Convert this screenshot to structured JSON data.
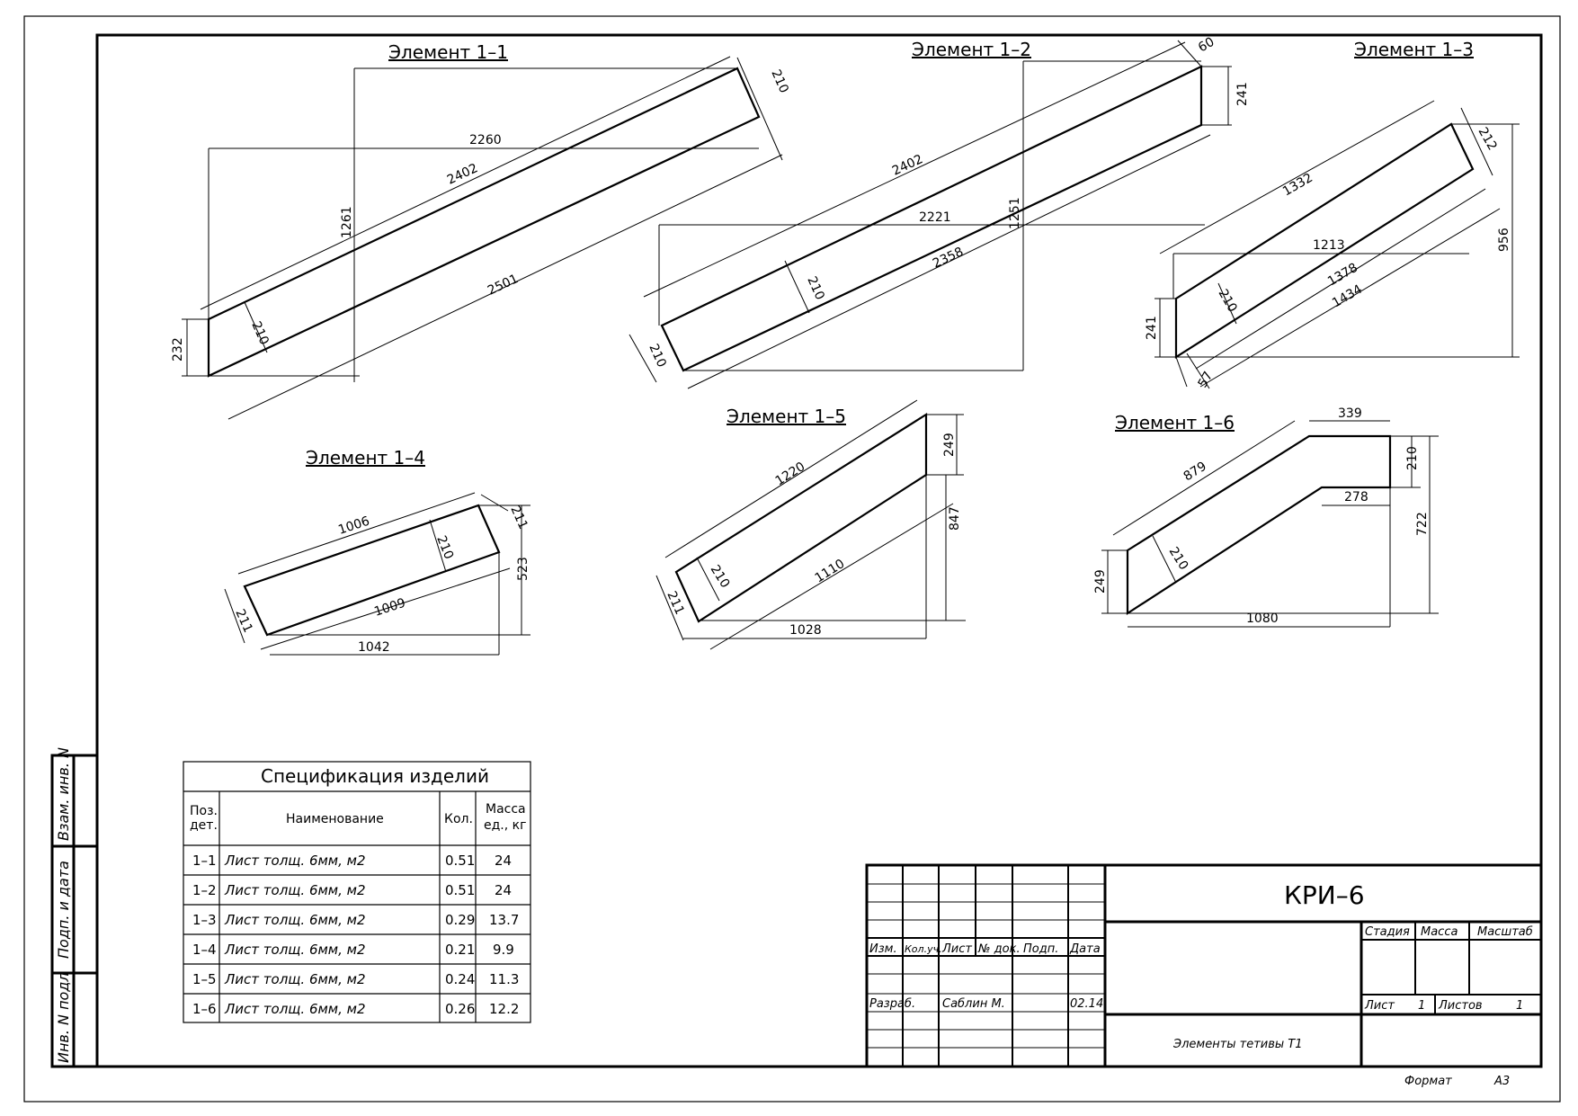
{
  "elements": [
    {
      "title": "Элемент 1–1",
      "dims": [
        "2260",
        "2402",
        "2501",
        "1261",
        "210",
        "210",
        "232"
      ]
    },
    {
      "title": "Элемент 1–2",
      "dims": [
        "60",
        "241",
        "2402",
        "2221",
        "1251",
        "2358",
        "210",
        "210"
      ]
    },
    {
      "title": "Элемент 1–3",
      "dims": [
        "212",
        "1332",
        "1213",
        "956",
        "1378",
        "1434",
        "210",
        "241",
        "57"
      ]
    },
    {
      "title": "Элемент 1–4",
      "dims": [
        "1006",
        "210",
        "211",
        "523",
        "1009",
        "1042",
        "211"
      ]
    },
    {
      "title": "Элемент 1–5",
      "dims": [
        "1220",
        "249",
        "847",
        "210",
        "1110",
        "211",
        "1028"
      ]
    },
    {
      "title": "Элемент 1–6",
      "dims": [
        "339",
        "879",
        "210",
        "278",
        "722",
        "210",
        "249",
        "1080"
      ]
    }
  ],
  "spec": {
    "title": "Спецификация изделий",
    "headers": [
      "Поз.",
      "дет.",
      "Наименование",
      "Кол.",
      "Масса",
      "ед., кг"
    ],
    "rows": [
      [
        "1–1",
        "Лист толщ. 6мм, м2",
        "0.51",
        "24"
      ],
      [
        "1–2",
        "Лист толщ. 6мм, м2",
        "0.51",
        "24"
      ],
      [
        "1–3",
        "Лист толщ. 6мм, м2",
        "0.29",
        "13.7"
      ],
      [
        "1–4",
        "Лист толщ. 6мм, м2",
        "0.21",
        "9.9"
      ],
      [
        "1–5",
        "Лист толщ. 6мм, м2",
        "0.24",
        "11.3"
      ],
      [
        "1–6",
        "Лист толщ. 6мм, м2",
        "0.26",
        "12.2"
      ]
    ]
  },
  "title_block": {
    "code": "КРИ–6",
    "cols": [
      "Изм.",
      "Кол.уч.",
      "Лист",
      "№ док.",
      "Подп.",
      "Дата"
    ],
    "razrab_label": "Разраб.",
    "author": "Саблин М.",
    "date": "02.14",
    "stage_label": "Стадия",
    "mass_label": "Масса",
    "scale_label": "Масштаб",
    "sheet_label": "Лист",
    "sheet_no": "1",
    "sheets_label": "Листов",
    "sheets_total": "1",
    "doc_name": "Элементы тетивы Т1",
    "format_label": "Формат",
    "format": "А3"
  },
  "side_stamp": [
    "Взам. инв. N",
    "Подп. и дата",
    "Инв. N подл"
  ]
}
